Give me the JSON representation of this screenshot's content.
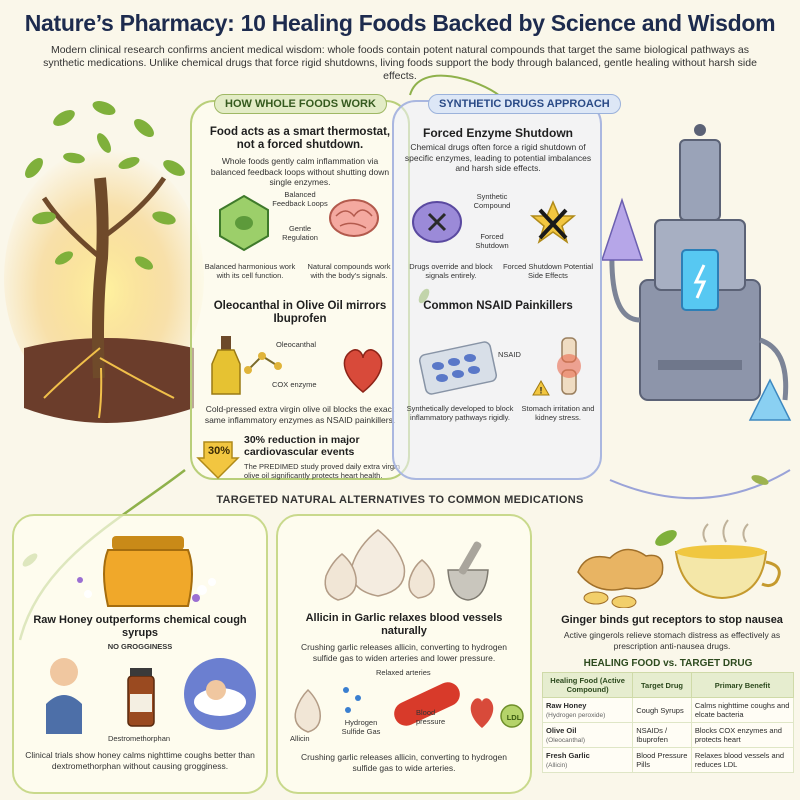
{
  "header": {
    "title": "Nature’s Pharmacy: 10 Healing Foods Backed by Science and Wisdom",
    "intro": "Modern clinical research confirms ancient medical wisdom: whole foods contain potent natural compounds that target the same biological pathways as synthetic medications. Unlike chemical drugs that force rigid shutdowns, living foods support the body through balanced, gentle healing without harsh side effects."
  },
  "left_panel": {
    "pill": "HOW WHOLE FOODS WORK",
    "heading": "Food acts as a smart thermostat, not a forced shutdown.",
    "body": "Whole foods gently calm inflammation via balanced feedback loops without shutting down single enzymes.",
    "label_loops": "Balanced Feedback Loops",
    "label_regulation": "Gentle Regulation",
    "caption_left": "Balanced harmonious work with its cell function.",
    "caption_right": "Natural compounds work with the body’s signals.",
    "olive_heading": "Oleocanthal in Olive Oil mirrors Ibuprofen",
    "label_oleocanthal": "Oleocanthal",
    "label_cox": "COX enzyme",
    "olive_body": "Cold-pressed extra virgin olive oil blocks the exact same inflammatory enzymes as NSAID painkillers.",
    "stat_badge": "30%",
    "stat_heading": "30% reduction in major cardiovascular events",
    "stat_body": "The PREDIMED study proved daily extra virgin olive oil significantly protects heart health."
  },
  "right_panel": {
    "pill": "SYNTHETIC DRUGS APPROACH",
    "heading": "Forced Enzyme Shutdown",
    "body": "Chemical drugs often force a rigid shutdown of specific enzymes, leading to potential imbalances and harsh side effects.",
    "label_compound": "Synthetic Compound",
    "label_forced": "Forced Shutdown",
    "caption_left": "Drugs override and block signals entirely.",
    "caption_right": "Forced Shutdown Potential Side Effects",
    "nsaid_heading": "Common NSAID Painkillers",
    "label_nsaid": "NSAID",
    "caption_pills": "Synthetically developed to block inflammatory pathways rigidly.",
    "caption_stomach": "Stomach irritation and kidney stress."
  },
  "band": {
    "title": "TARGETED NATURAL ALTERNATIVES TO COMMON MEDICATIONS"
  },
  "honey": {
    "heading": "Raw Honey outperforms chemical cough syrups",
    "no_grogginess": "NO GROGGINESS",
    "label_drug": "Destromethorphan",
    "body": "Clinical trials show honey calms nighttime coughs better than dextromethorphan without causing grogginess."
  },
  "garlic": {
    "heading": "Allicin in Garlic relaxes blood vessels naturally",
    "body_top": "Crushing garlic releases allicin, converting to hydrogen sulfide gas to widen arteries and lower pressure.",
    "label_relaxed": "Relaxed arteries",
    "label_blood": "Blood pressure",
    "label_allicin": "Allicin",
    "label_gas": "Hydrogen Sulfide Gas",
    "label_ldl": "LDL",
    "body_bottom": "Crushing garlic releases allicin, converting to hydrogen sulfide gas to wide arteries."
  },
  "ginger": {
    "heading": "Ginger binds gut receptors to stop nausea",
    "body": "Active gingerols relieve stomach distress as effectively as prescription anti-nausea drugs."
  },
  "comparison": {
    "title": "HEALING FOOD vs. TARGET DRUG",
    "columns": [
      "Healing Food (Active Compound)",
      "Target Drug",
      "Primary Benefit"
    ],
    "rows": [
      {
        "food": "Raw Honey",
        "compound": "(Hydrogen peroxide)",
        "drug": "Cough Syrups",
        "benefit": "Calms nighttime coughs and elcate bacteria"
      },
      {
        "food": "Olive Oil",
        "compound": "(Oleocanthal)",
        "drug": "NSAIDs / Ibuprofen",
        "benefit": "Blocks COX enzymes and protects heart"
      },
      {
        "food": "Fresh Garlic",
        "compound": "(Allicin)",
        "drug": "Blood Pressure Pills",
        "benefit": "Relaxes blood vessels and reduces LDL"
      }
    ]
  },
  "colors": {
    "title": "#1d2b4e",
    "green_accent": "#6f9a2e",
    "blue_accent": "#3f66b3",
    "honey": "#e8a21d",
    "red": "#c8352b"
  }
}
